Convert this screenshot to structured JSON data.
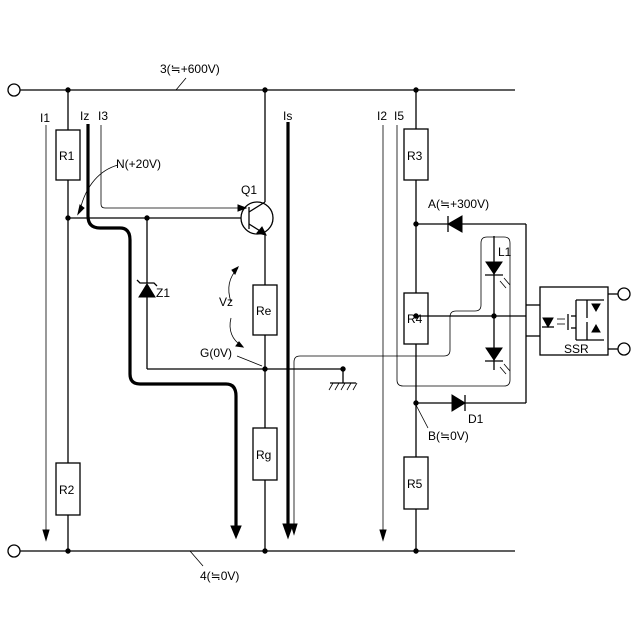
{
  "nets": {
    "top": "3(≒+600V)",
    "bottom": "4(≒0V)",
    "n_node": "N(+20V)",
    "g_node": "G(0V)",
    "a_node": "A(≒+300V)",
    "b_node": "B(≒0V)"
  },
  "currents": {
    "i1": "I1",
    "iz": "Iz",
    "i3": "I3",
    "is": "Is",
    "i2": "I2",
    "i5": "I5"
  },
  "components": {
    "r1": "R1",
    "r2": "R2",
    "r3": "R3",
    "r4": "R4",
    "r5": "R5",
    "re": "Re",
    "rg": "Rg",
    "q1": "Q1",
    "z1": "Z1",
    "d1": "D1",
    "l1": "L1",
    "ssr": "SSR",
    "vz": "Vz"
  }
}
